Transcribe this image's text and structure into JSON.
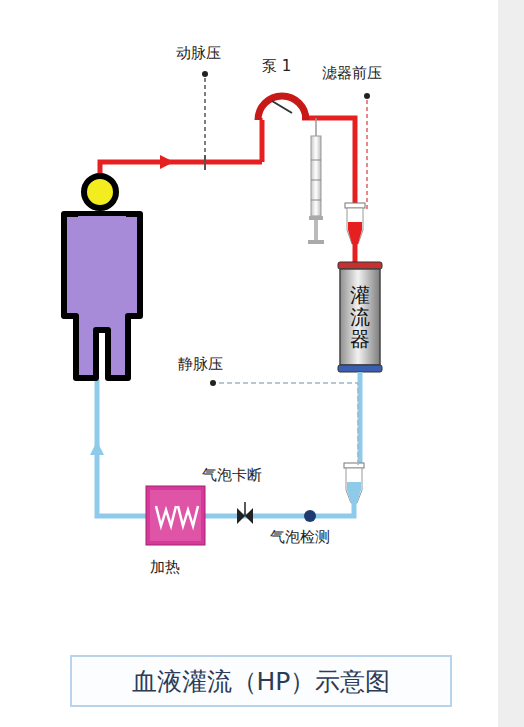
{
  "diagram": {
    "caption": "血液灌流（HP）示意图",
    "nodes": [
      {
        "text": [
          "灌流器"
        ]
      }
    ],
    "labels": [
      "动脉压",
      "泵 1",
      "滤器前压",
      "静脉压",
      "气泡卡断",
      "气泡检测",
      "加热"
    ]
  }
}
